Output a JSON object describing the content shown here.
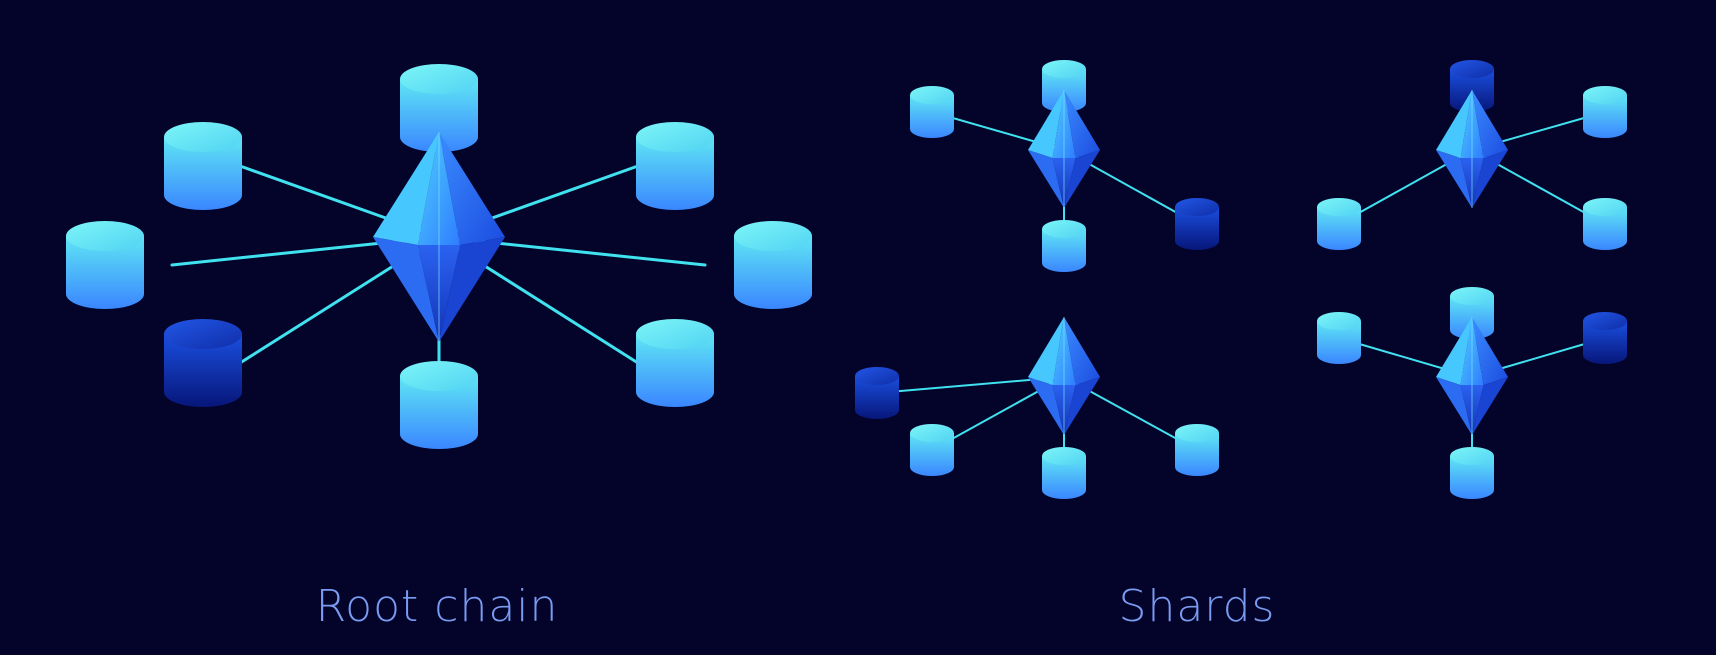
{
  "labels": {
    "root_chain": "Root chain",
    "shards": "Shards"
  },
  "colors": {
    "background": "#04042a",
    "caption_text": "#7a9bf2",
    "link_line": "#40e2f0",
    "node_light_top": "#6ff3f5",
    "node_light_bottom": "#3a8dff",
    "node_dark_top": "#1646d6",
    "node_dark_bottom": "#081a80",
    "hub_light": "#3fb6ff",
    "hub_dark": "#1b4ee0"
  },
  "diagram": {
    "root_chain": {
      "hub": "root-hub",
      "nodes": [
        {
          "id": "root-node-top",
          "style": "light"
        },
        {
          "id": "root-node-upper-left",
          "style": "light"
        },
        {
          "id": "root-node-upper-right",
          "style": "light"
        },
        {
          "id": "root-node-left",
          "style": "light"
        },
        {
          "id": "root-node-right",
          "style": "light"
        },
        {
          "id": "root-node-lower-left",
          "style": "dark"
        },
        {
          "id": "root-node-lower-right",
          "style": "light"
        },
        {
          "id": "root-node-bottom",
          "style": "light"
        }
      ]
    },
    "shards": [
      {
        "id": "shard-1",
        "nodes": [
          {
            "id": "shard-1-node-left",
            "style": "light"
          },
          {
            "id": "shard-1-node-top",
            "style": "light"
          },
          {
            "id": "shard-1-node-right",
            "style": "dark"
          },
          {
            "id": "shard-1-node-bottom",
            "style": "light"
          }
        ]
      },
      {
        "id": "shard-2",
        "nodes": [
          {
            "id": "shard-2-node-top",
            "style": "dark"
          },
          {
            "id": "shard-2-node-right-top",
            "style": "light"
          },
          {
            "id": "shard-2-node-left",
            "style": "light"
          },
          {
            "id": "shard-2-node-right-bottom",
            "style": "light"
          }
        ]
      },
      {
        "id": "shard-3",
        "nodes": [
          {
            "id": "shard-3-node-far-left",
            "style": "dark"
          },
          {
            "id": "shard-3-node-left",
            "style": "light"
          },
          {
            "id": "shard-3-node-bottom",
            "style": "light"
          },
          {
            "id": "shard-3-node-right",
            "style": "light"
          }
        ]
      },
      {
        "id": "shard-4",
        "nodes": [
          {
            "id": "shard-4-node-left",
            "style": "light"
          },
          {
            "id": "shard-4-node-top",
            "style": "light"
          },
          {
            "id": "shard-4-node-right",
            "style": "dark"
          },
          {
            "id": "shard-4-node-bottom",
            "style": "light"
          }
        ]
      }
    ]
  }
}
